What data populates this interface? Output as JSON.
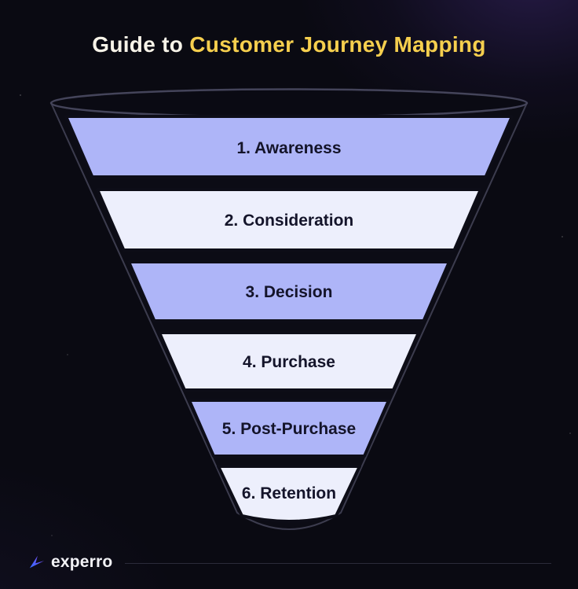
{
  "title": {
    "prefix": "Guide to ",
    "highlight": "Customer Journey Mapping"
  },
  "colors": {
    "background": "#0a0a12",
    "title_prefix": "#f7f3e8",
    "title_highlight": "#f6cf4e",
    "funnel_primary": "#aeb5f8",
    "funnel_secondary": "#edeffc",
    "funnel_body": "#0c0c15",
    "funnel_edge": "#3c3c4e",
    "stage_label_text": "#14142a",
    "logo_blue": "#2f6bff",
    "logo_purple": "#8a4dff"
  },
  "funnel": {
    "stages": [
      {
        "label": "1. Awareness",
        "fill": "#aeb5f8"
      },
      {
        "label": "2. Consideration",
        "fill": "#edeffc"
      },
      {
        "label": "3. Decision",
        "fill": "#aeb5f8"
      },
      {
        "label": "4. Purchase",
        "fill": "#edeffc"
      },
      {
        "label": "5. Post-Purchase",
        "fill": "#aeb5f8"
      },
      {
        "label": "6. Retention",
        "fill": "#edeffc"
      }
    ]
  },
  "footer": {
    "logo_text": "experro"
  }
}
